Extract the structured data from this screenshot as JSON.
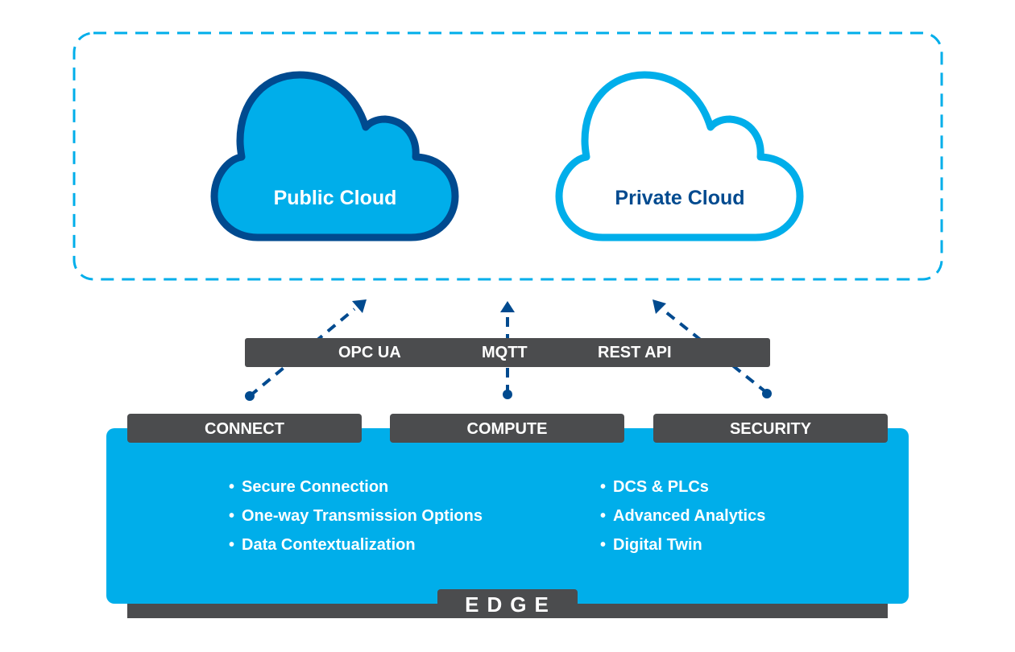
{
  "colors": {
    "cloud_blue": "#00aeea",
    "dark_navy": "#004a8f",
    "gray_bar": "#4b4c4e",
    "white": "#ffffff"
  },
  "clouds": {
    "public": {
      "label": "Public Cloud",
      "style": "filled"
    },
    "private": {
      "label": "Private Cloud",
      "style": "outline"
    }
  },
  "protocols": [
    "OPC UA",
    "MQTT",
    "REST API"
  ],
  "tabs": [
    "CONNECT",
    "COMPUTE",
    "SECURITY"
  ],
  "features": {
    "left": [
      "Secure Connection",
      "One-way Transmission Options",
      "Data Contextualization"
    ],
    "right": [
      "DCS & PLCs",
      "Advanced Analytics",
      "Digital Twin"
    ]
  },
  "edge_label": "EDGE",
  "connectors": [
    {
      "from": "CONNECT",
      "direction": "up-right",
      "style": "dashed-arrow"
    },
    {
      "from": "COMPUTE",
      "direction": "up",
      "style": "dashed-arrow"
    },
    {
      "from": "SECURITY",
      "direction": "up-left",
      "style": "dashed-arrow"
    }
  ]
}
